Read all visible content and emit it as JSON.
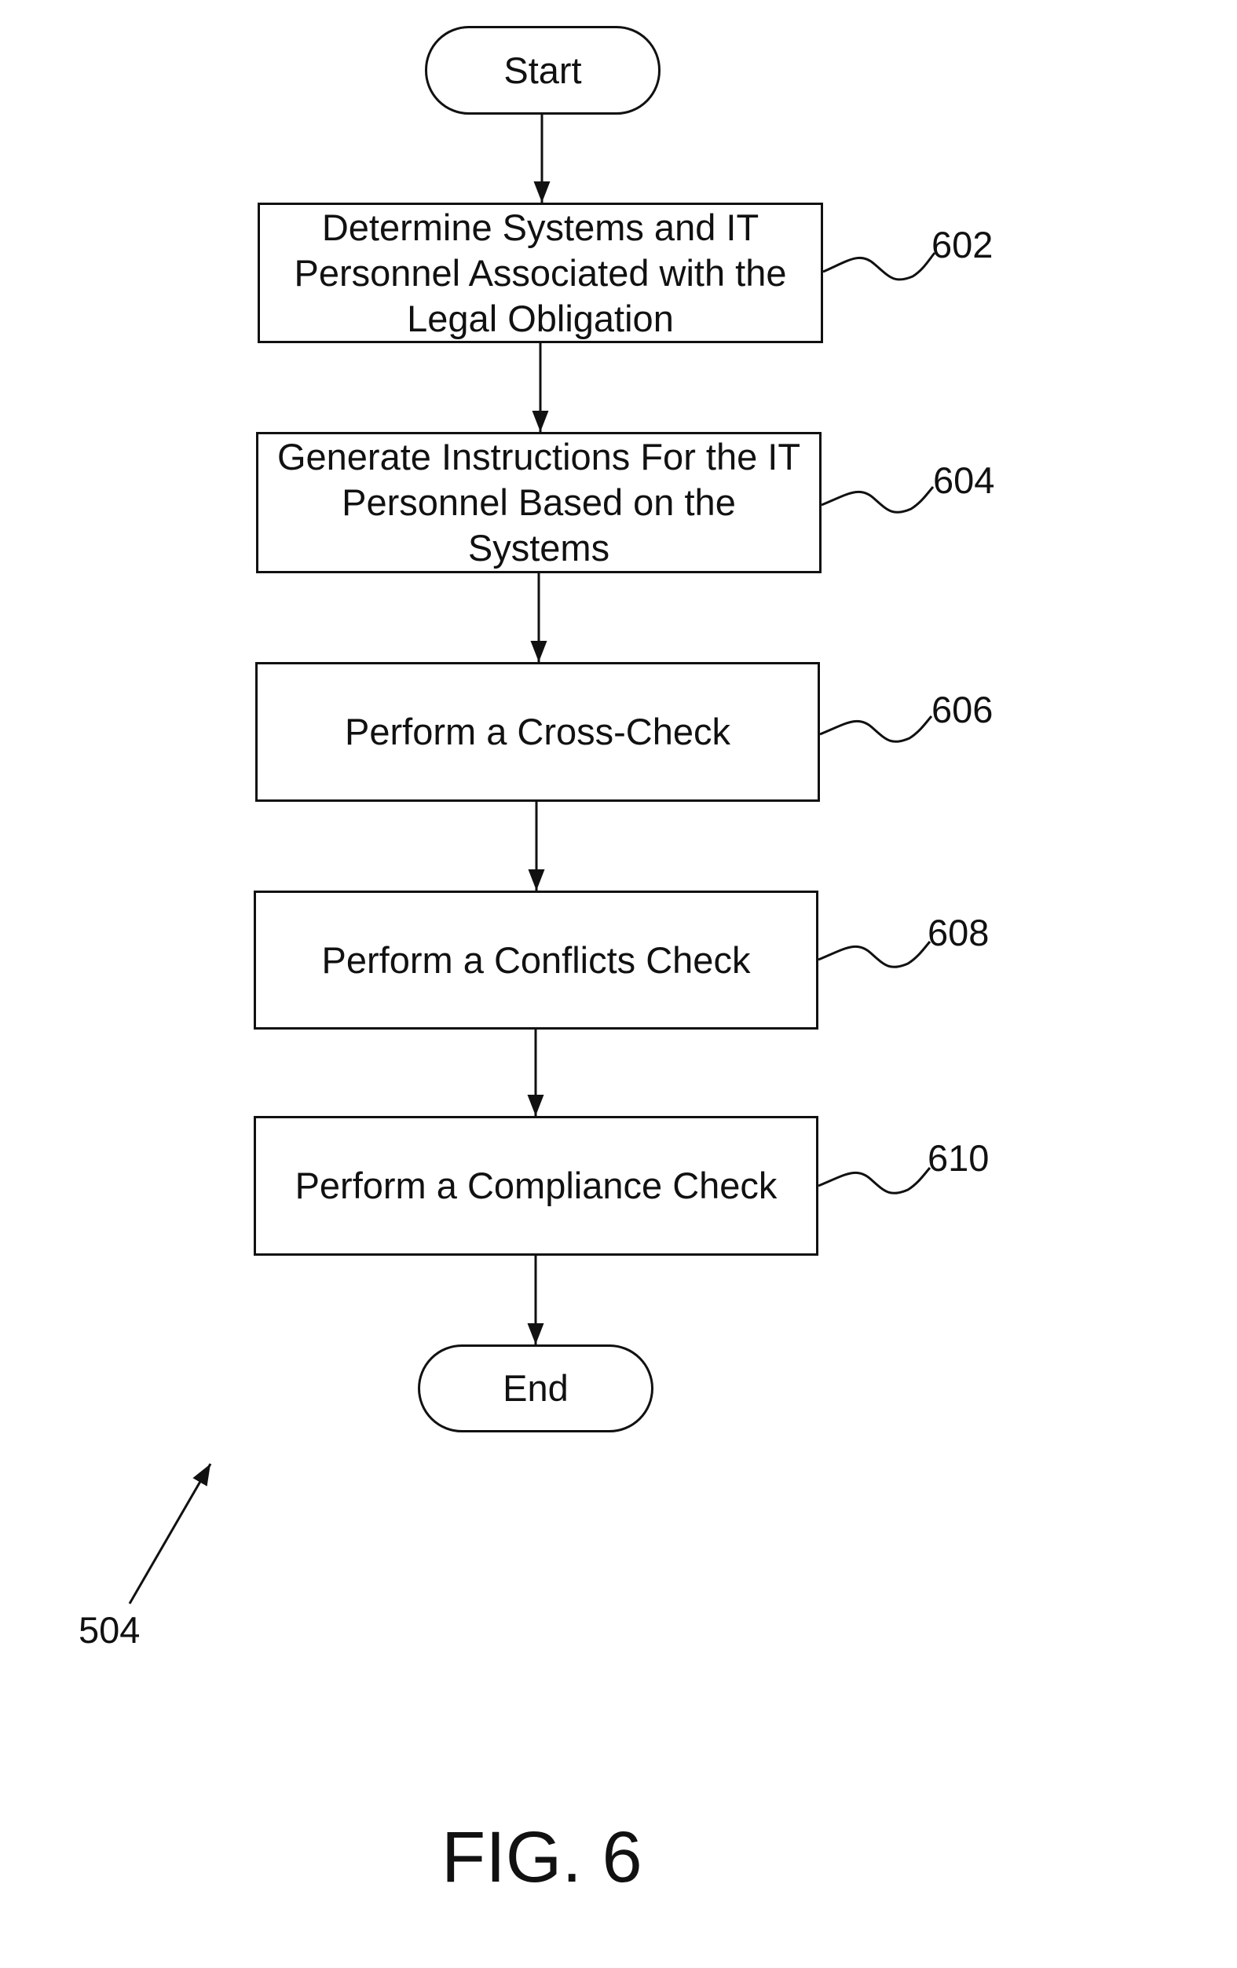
{
  "flowchart": {
    "start_label": "Start",
    "end_label": "End",
    "steps": [
      {
        "ref": "602",
        "label": "Determine Systems and IT Personnel Associated with the Legal Obligation"
      },
      {
        "ref": "604",
        "label": "Generate Instructions For the IT Personnel Based on the Systems"
      },
      {
        "ref": "606",
        "label": "Perform a Cross-Check"
      },
      {
        "ref": "608",
        "label": "Perform a Conflicts Check"
      },
      {
        "ref": "610",
        "label": "Perform a Compliance Check"
      }
    ]
  },
  "figure": {
    "ref": "504",
    "caption": "FIG. 6"
  }
}
